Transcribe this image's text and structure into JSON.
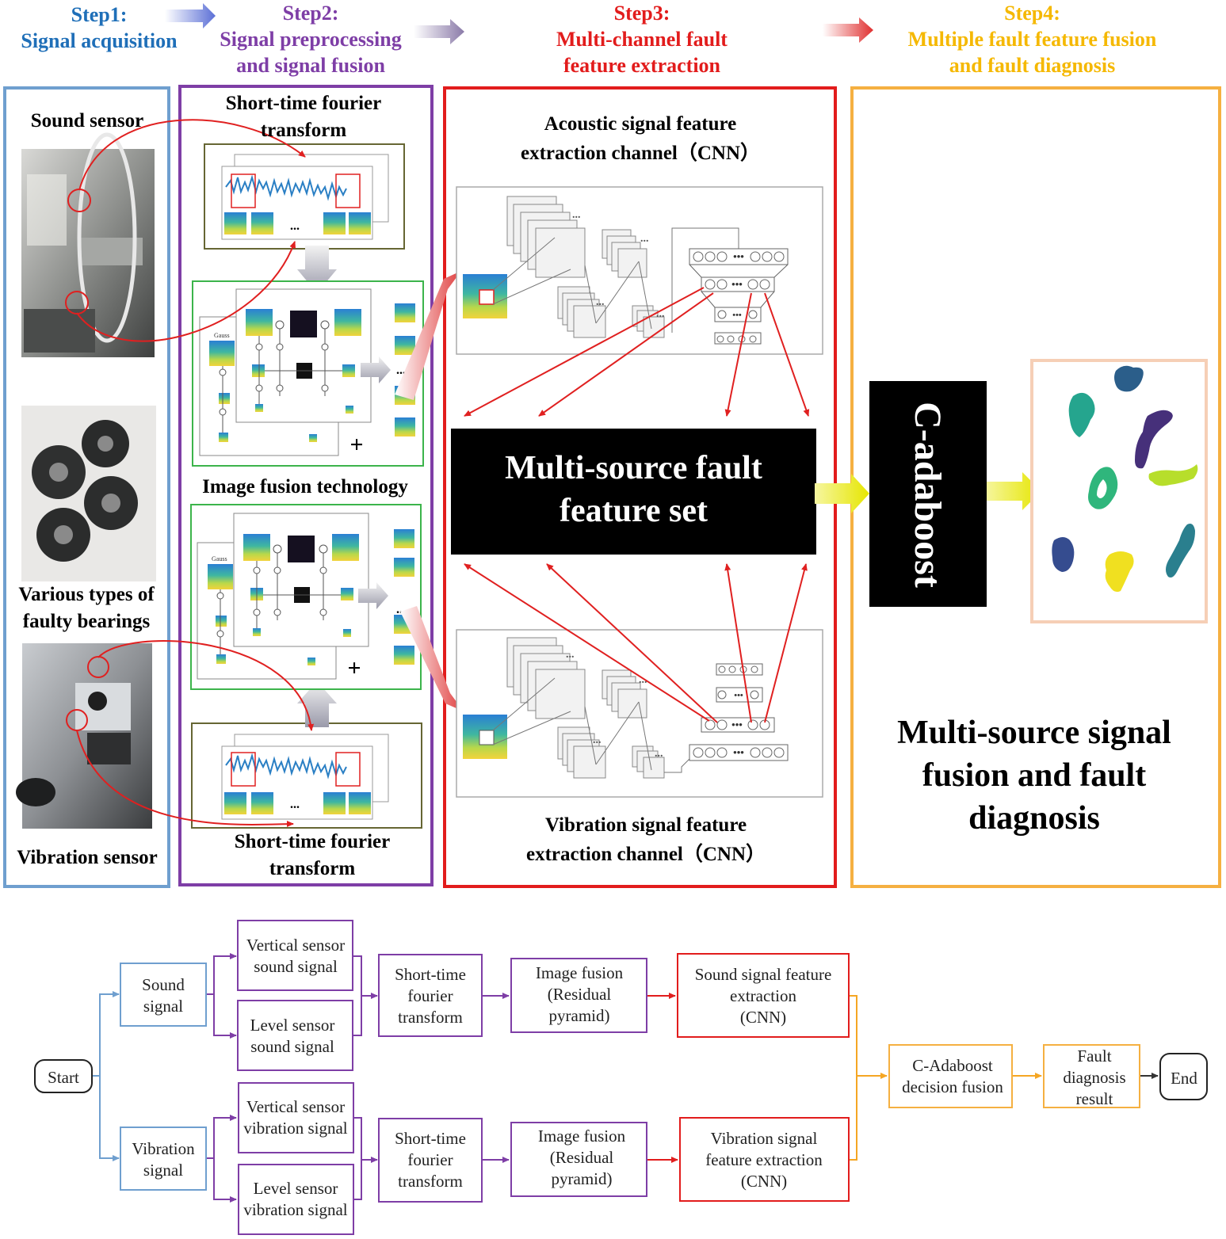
{
  "steps": {
    "step1": {
      "title": "Step1:",
      "subtitle": "Signal acquisition",
      "color": "#1f6fb8"
    },
    "step2": {
      "title": "Step2:",
      "line1": "Signal preprocessing",
      "line2": "and signal fusion",
      "color": "#7e3ea6"
    },
    "step3": {
      "title": "Step3:",
      "line1": "Multi-channel fault",
      "line2": "feature extraction",
      "color": "#e21c1c"
    },
    "step4": {
      "title": "Step4:",
      "line1": "Multiple fault feature fusion",
      "line2": "and fault diagnosis",
      "color": "#f5a623"
    }
  },
  "panel1": {
    "sound_sensor": "Sound sensor",
    "bearings_line1": "Various types of",
    "bearings_line2": "faulty bearings",
    "vibration_sensor": "Vibration sensor"
  },
  "panel2": {
    "stft_top_line1": "Short-time fourier",
    "stft_top_line2": "transform",
    "image_fusion": "Image fusion technology",
    "stft_bottom_line1": "Short-time fourier",
    "stft_bottom_line2": "transform",
    "gauss_label": "Gauss"
  },
  "panel3": {
    "acoustic_line1": "Acoustic signal feature",
    "acoustic_line2": "extraction channel（CNN）",
    "feature_set_line1": "Multi-source fault",
    "feature_set_line2": "feature set",
    "vibration_line1": "Vibration signal feature",
    "vibration_line2": "extraction channel（CNN）"
  },
  "panel4": {
    "cadaboost": "C-adaboost",
    "result_line1": "Multi-source signal",
    "result_line2": "fusion and fault",
    "result_line3": "diagnosis"
  },
  "flowchart": {
    "start": "Start",
    "end": "End",
    "sound_signal": [
      "Sound",
      "signal"
    ],
    "vibration_signal": [
      "Vibration",
      "signal"
    ],
    "vertical_sound": [
      "Vertical sensor",
      "sound signal"
    ],
    "level_sound": [
      "Level sensor",
      "sound signal"
    ],
    "vertical_vibration": [
      "Vertical sensor",
      "vibration signal"
    ],
    "level_vibration": [
      "Level sensor",
      "vibration signal"
    ],
    "stft_sound": [
      "Short-time",
      "fourier",
      "transform"
    ],
    "stft_vibration": [
      "Short-time",
      "fourier",
      "transform"
    ],
    "fusion_sound": [
      "Image fusion",
      "(Residual",
      "pyramid)"
    ],
    "fusion_vibration": [
      "Image fusion",
      "(Residual",
      "pyramid)"
    ],
    "cnn_sound": [
      "Sound signal feature",
      "extraction",
      "(CNN)"
    ],
    "cnn_vibration": [
      "Vibration signal",
      "feature extraction",
      "(CNN)"
    ],
    "cadaboost_fusion": [
      "C-Adaboost",
      "decision fusion"
    ],
    "fault_result": [
      "Fault",
      "diagnosis",
      "result"
    ]
  },
  "colors": {
    "blue": "#6f9fcf",
    "purple": "#7e3ea6",
    "red": "#e21c1c",
    "orange": "#f5b041",
    "arrow_red": "#e02020"
  }
}
